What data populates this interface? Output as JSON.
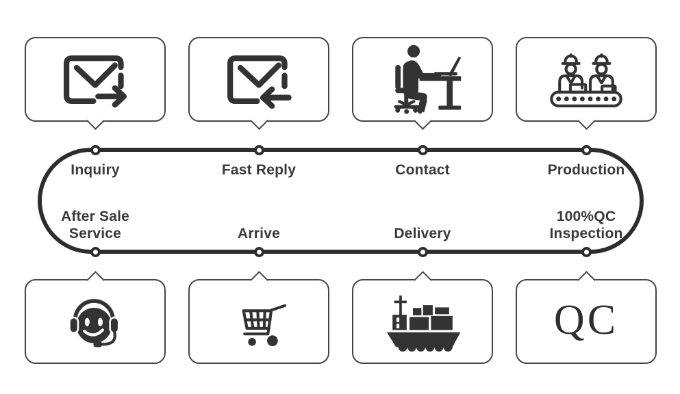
{
  "colors": {
    "background": "#ffffff",
    "line": "#2d2d2d",
    "ink": "#333333",
    "text": "#3a3a3a",
    "bubble_border": "#454545"
  },
  "flow": {
    "top_steps": [
      {
        "label": "Inquiry",
        "icon": "email-send-icon"
      },
      {
        "label": "Fast Reply",
        "icon": "email-receive-icon"
      },
      {
        "label": "Contact",
        "icon": "person-at-desk-icon"
      },
      {
        "label": "Production",
        "icon": "assembly-line-workers-icon"
      }
    ],
    "bottom_steps": [
      {
        "label": "After Sale Service",
        "icon": "headset-smiley-icon"
      },
      {
        "label": "Arrive",
        "icon": "shopping-cart-icon"
      },
      {
        "label": "Delivery",
        "icon": "cargo-ship-icon"
      },
      {
        "label": "100%QC Inspection",
        "icon": "qc-monogram-icon",
        "icon_text": "QC"
      }
    ]
  }
}
